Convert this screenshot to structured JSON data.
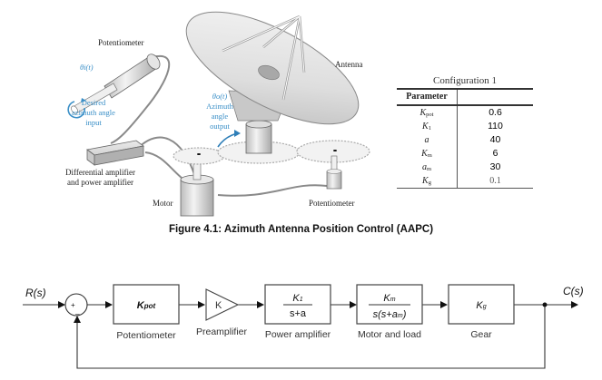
{
  "illustration": {
    "labels": {
      "potentiometer_top": "Potentiometer",
      "theta_i": "θi(t)",
      "desired_input": [
        "Desired",
        "azimuth angle",
        "input"
      ],
      "antenna": "Antenna",
      "theta_o": "θo(t)",
      "azimuth_output": [
        "Azimuth",
        "angle",
        "output"
      ],
      "amplifier": [
        "Differential amplifier",
        "and power amplifier"
      ],
      "motor": "Motor",
      "potentiometer_bottom": "Potentiometer"
    }
  },
  "config_table": {
    "title": "Configuration 1",
    "header": [
      "Parameter",
      ""
    ],
    "rows": [
      {
        "symbol": "K",
        "sub": "pot",
        "value": "0.6",
        "style": "sans"
      },
      {
        "symbol": "K",
        "sub": "1",
        "value": "110",
        "style": "sans"
      },
      {
        "symbol": "a",
        "sub": "",
        "value": "40",
        "style": "sans"
      },
      {
        "symbol": "K",
        "sub": "m",
        "value": "6",
        "style": "sans"
      },
      {
        "symbol": "a",
        "sub": "m",
        "value": "30",
        "style": "sans"
      },
      {
        "symbol": "K",
        "sub": "g",
        "value": "0.1",
        "style": "serif"
      }
    ]
  },
  "caption": "Figure 4.1: Azimuth Antenna Position Control (AAPC)",
  "block_diagram": {
    "input_signal": "R(s)",
    "output_signal": "C(s)",
    "summer": {
      "plus": "+",
      "minus": "_"
    },
    "blocks": [
      {
        "id": "potentiometer",
        "tf_num": "Kpot",
        "tf_den": "",
        "label": "Potentiometer"
      },
      {
        "id": "preamplifier",
        "gain": "K",
        "label": "Preamplifier"
      },
      {
        "id": "power-amplifier",
        "tf_num": "K1",
        "tf_den": "s+a",
        "label": "Power amplifier"
      },
      {
        "id": "motor-load",
        "tf_num": "Km",
        "tf_den": "s(s+am)",
        "label": "Motor and load"
      },
      {
        "id": "gear",
        "tf_num": "Kg",
        "tf_den": "",
        "label": "Gear"
      }
    ]
  }
}
